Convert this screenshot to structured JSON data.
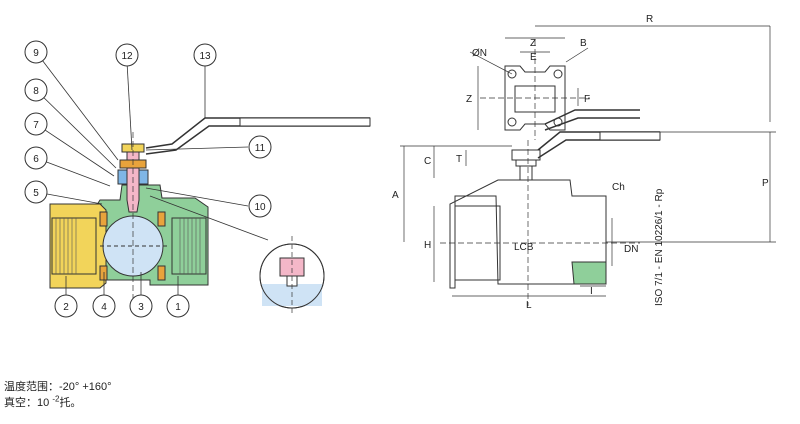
{
  "callouts": [
    "1",
    "2",
    "3",
    "4",
    "5",
    "6",
    "7",
    "8",
    "9",
    "10",
    "11",
    "12",
    "13"
  ],
  "dims": {
    "R": "R",
    "Z_top": "Z",
    "E": "E",
    "B": "B",
    "N": "ØN",
    "Z_side": "Z",
    "F": "F",
    "C": "C",
    "T": "T",
    "A": "A",
    "H": "H",
    "Ch": "Ch",
    "LCB": "LCB",
    "DN": "DN",
    "I": "I",
    "L": "L",
    "P": "P"
  },
  "standard": "ISO 7/1 - EN 10226/1 - Rp",
  "specs": {
    "temp_label": "温度范围：",
    "temp_value": "-20° +160°",
    "vacuum_label": "真空：",
    "vacuum_base": "10",
    "vacuum_exp": "-2",
    "vacuum_unit": "托。"
  },
  "colors": {
    "body": "#8fcf9a",
    "end_cap": "#f2d45a",
    "gland": "#e8a33c",
    "stem": "#f4b7c8",
    "ball": "#cfe3f5",
    "line": "#333333"
  }
}
